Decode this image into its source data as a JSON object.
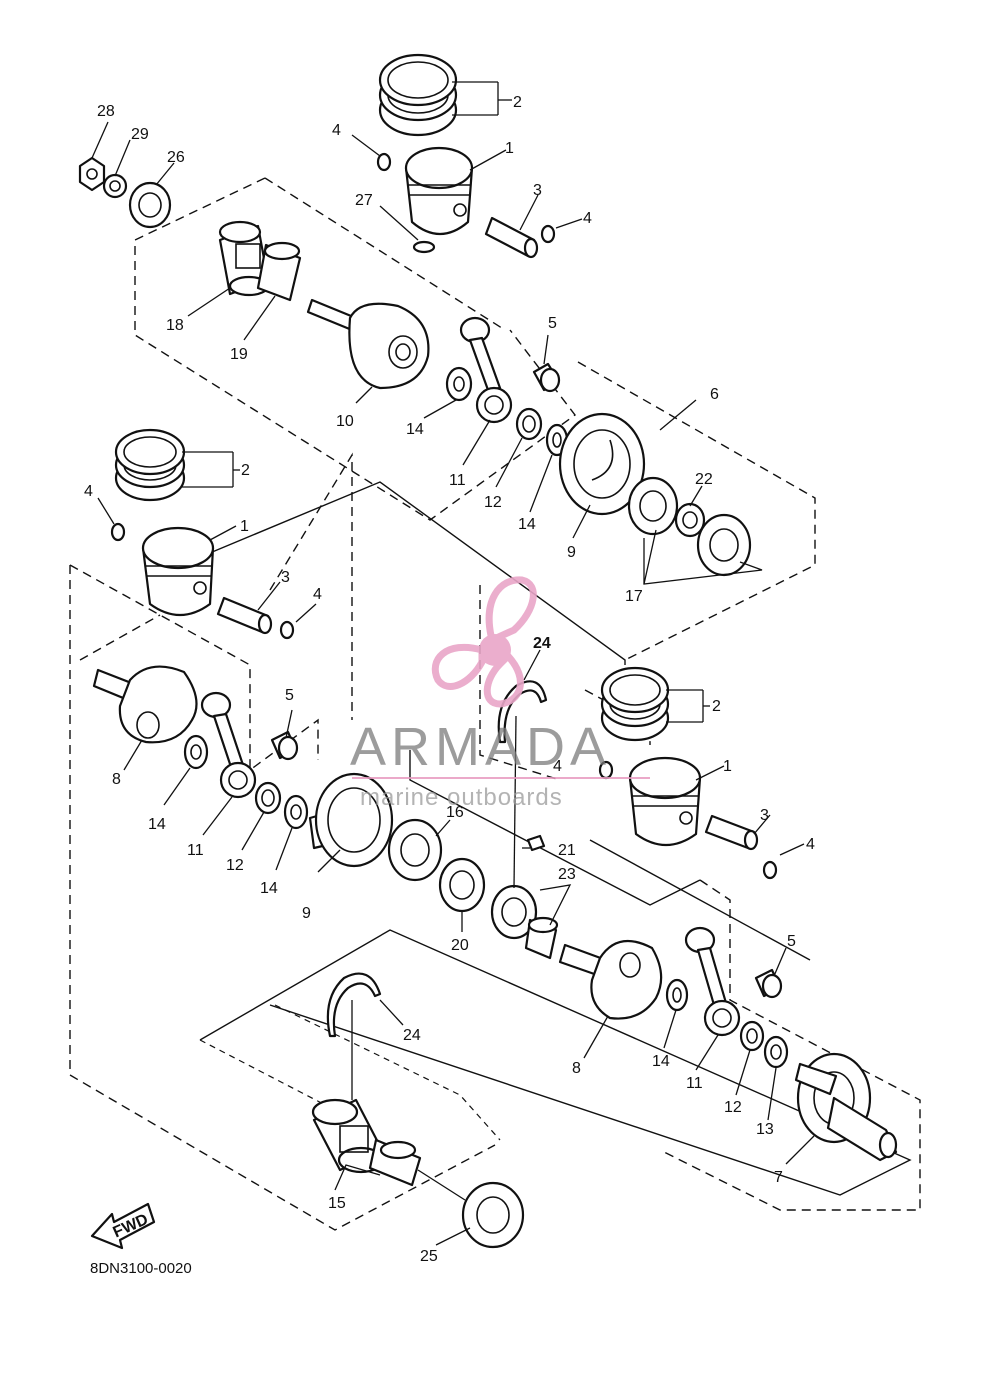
{
  "diagram": {
    "code": "8DN3100-0020",
    "fwd_label": "FWD",
    "callouts": [
      "1",
      "2",
      "3",
      "4",
      "5",
      "6",
      "7",
      "8",
      "9",
      "10",
      "11",
      "12",
      "13",
      "14",
      "15",
      "16",
      "17",
      "18",
      "19",
      "20",
      "21",
      "22",
      "23",
      "24",
      "25",
      "26",
      "27",
      "28",
      "29"
    ]
  },
  "watermark": {
    "brand": "ARMADA",
    "tagline": "marine outboards",
    "logo_icon": "propeller-icon",
    "logo_color": "#e9a6c8",
    "text_color": "#7b7b7b",
    "rule_color": "#e79ac0"
  },
  "colors": {
    "line": "#111111",
    "paper": "#ffffff"
  }
}
